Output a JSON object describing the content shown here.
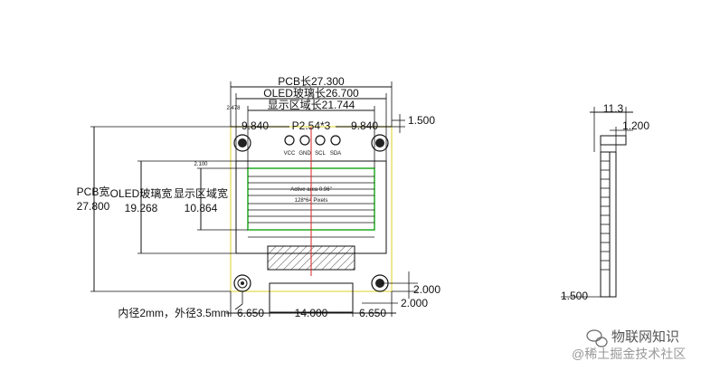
{
  "front": {
    "pcb_length": "PCB长27.300",
    "oled_length": "OLED玻璃长26.700",
    "display_length": "显示区域长21.744",
    "left_margin": "2.478",
    "left_pin_offset": "9.840",
    "pin_pitch": "P2.54*3",
    "right_pin_offset": "9.840",
    "top_offset": "1.500",
    "glass_offset": "2.100",
    "pcb_width_label": "PCB宽",
    "pcb_width_value": "27.800",
    "oled_width_label": "OLED玻璃宽",
    "oled_width_value": "19.268",
    "display_width_label": "显示区域宽",
    "display_width_value": "10.864",
    "pins": [
      "VCC",
      "GND",
      "SCL",
      "SDA"
    ],
    "active_area": "Active area 0.96\"",
    "pixels": "128*64 Pixels",
    "hole_note": "内径2mm，外径3.5mm",
    "bottom_left": "6.650",
    "bottom_mid": "14.000",
    "bottom_right": "6.650",
    "right_offset_a": "2.000",
    "right_offset_b": "2.000"
  },
  "side": {
    "thickness": "11.3",
    "pin_thickness": "1.200",
    "bottom_offset": "1.500"
  },
  "watermark": {
    "line1": "物联网知识",
    "line2": "@稀土掘金技术社区"
  },
  "colors": {
    "pcb_outline": "#e8e070",
    "display_green": "#22aa22",
    "center_line": "#dd2222"
  }
}
